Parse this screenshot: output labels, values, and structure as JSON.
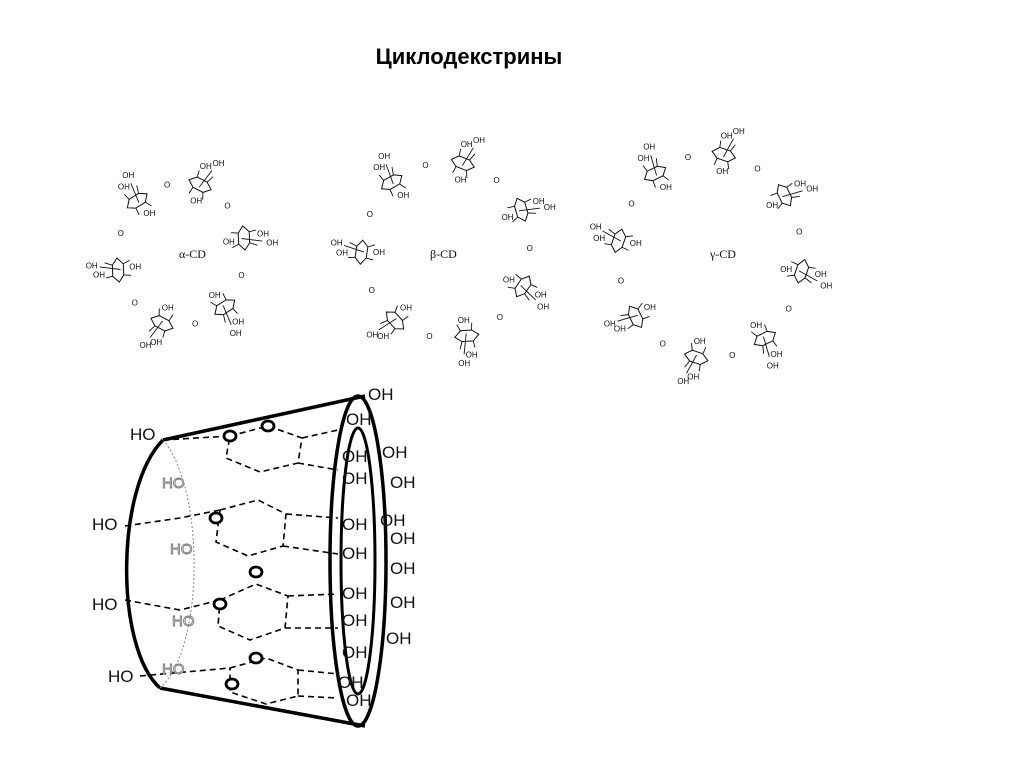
{
  "title": "Циклодекстрины",
  "structures": {
    "alpha": {
      "label": "α-CD"
    },
    "beta": {
      "label": "β-CD"
    },
    "gamma": {
      "label": "γ-CD"
    }
  },
  "atom_labels": {
    "hydroxyl": "OH",
    "hydroxyl_rev": "HO",
    "oxygen": "O"
  },
  "cone": {
    "labels_right": [
      "OH",
      "OH",
      "OH",
      "OH",
      "OH",
      "OH",
      "OH",
      "OH",
      "OH",
      "OH",
      "OH",
      "OH",
      "OH",
      "OH",
      "OH",
      "OH",
      "OH",
      "OH"
    ],
    "labels_left": [
      "HO",
      "HO",
      "HO",
      "HO"
    ],
    "labels_inner_gray": [
      "HO",
      "HO",
      "HO",
      "HO"
    ],
    "oxygen_symbol": "O"
  }
}
